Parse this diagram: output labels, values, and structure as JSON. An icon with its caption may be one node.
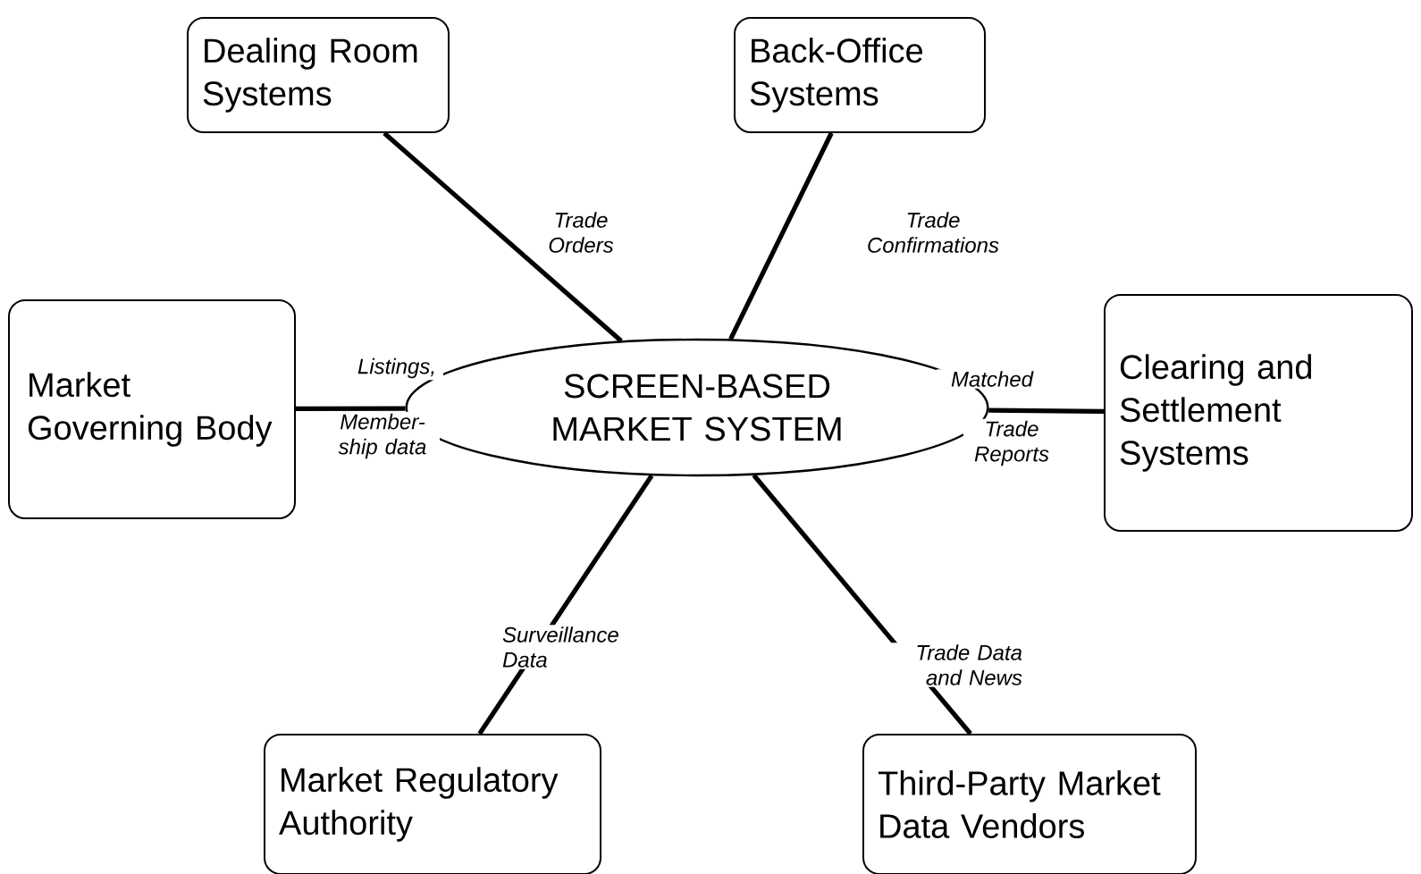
{
  "diagram": {
    "nodes": [
      {
        "text": [
          "SCREEN-BASED MARKET SYSTEM"
        ]
      },
      {
        "text": [
          "Dealing Room Systems"
        ]
      },
      {
        "text": [
          "Back-Office Systems"
        ]
      },
      {
        "text": [
          "Market Governing Body"
        ]
      },
      {
        "text": [
          "Clearing and Settlement Systems"
        ]
      },
      {
        "text": [
          "Market Regulatory Authority"
        ]
      },
      {
        "text": [
          "Third-Party Market Data Vendors"
        ]
      }
    ],
    "edges": [
      {
        "from": 0,
        "to": 1,
        "arrow": "none",
        "label": "Trade Orders"
      },
      {
        "from": 0,
        "to": 2,
        "arrow": "none",
        "label": "Trade Confirmations"
      },
      {
        "from": 0,
        "to": 3,
        "arrow": "none",
        "label": "Listings,"
      },
      {
        "from": 0,
        "to": 4,
        "arrow": "none",
        "label": "Matched"
      },
      {
        "from": 0,
        "to": 5,
        "arrow": "none",
        "label": "Surveillance Data"
      },
      {
        "from": 0,
        "to": 6,
        "arrow": "none",
        "label": "Trade Data and News"
      }
    ],
    "labels": [
      "Member-ship data",
      "Trade Reports"
    ]
  }
}
